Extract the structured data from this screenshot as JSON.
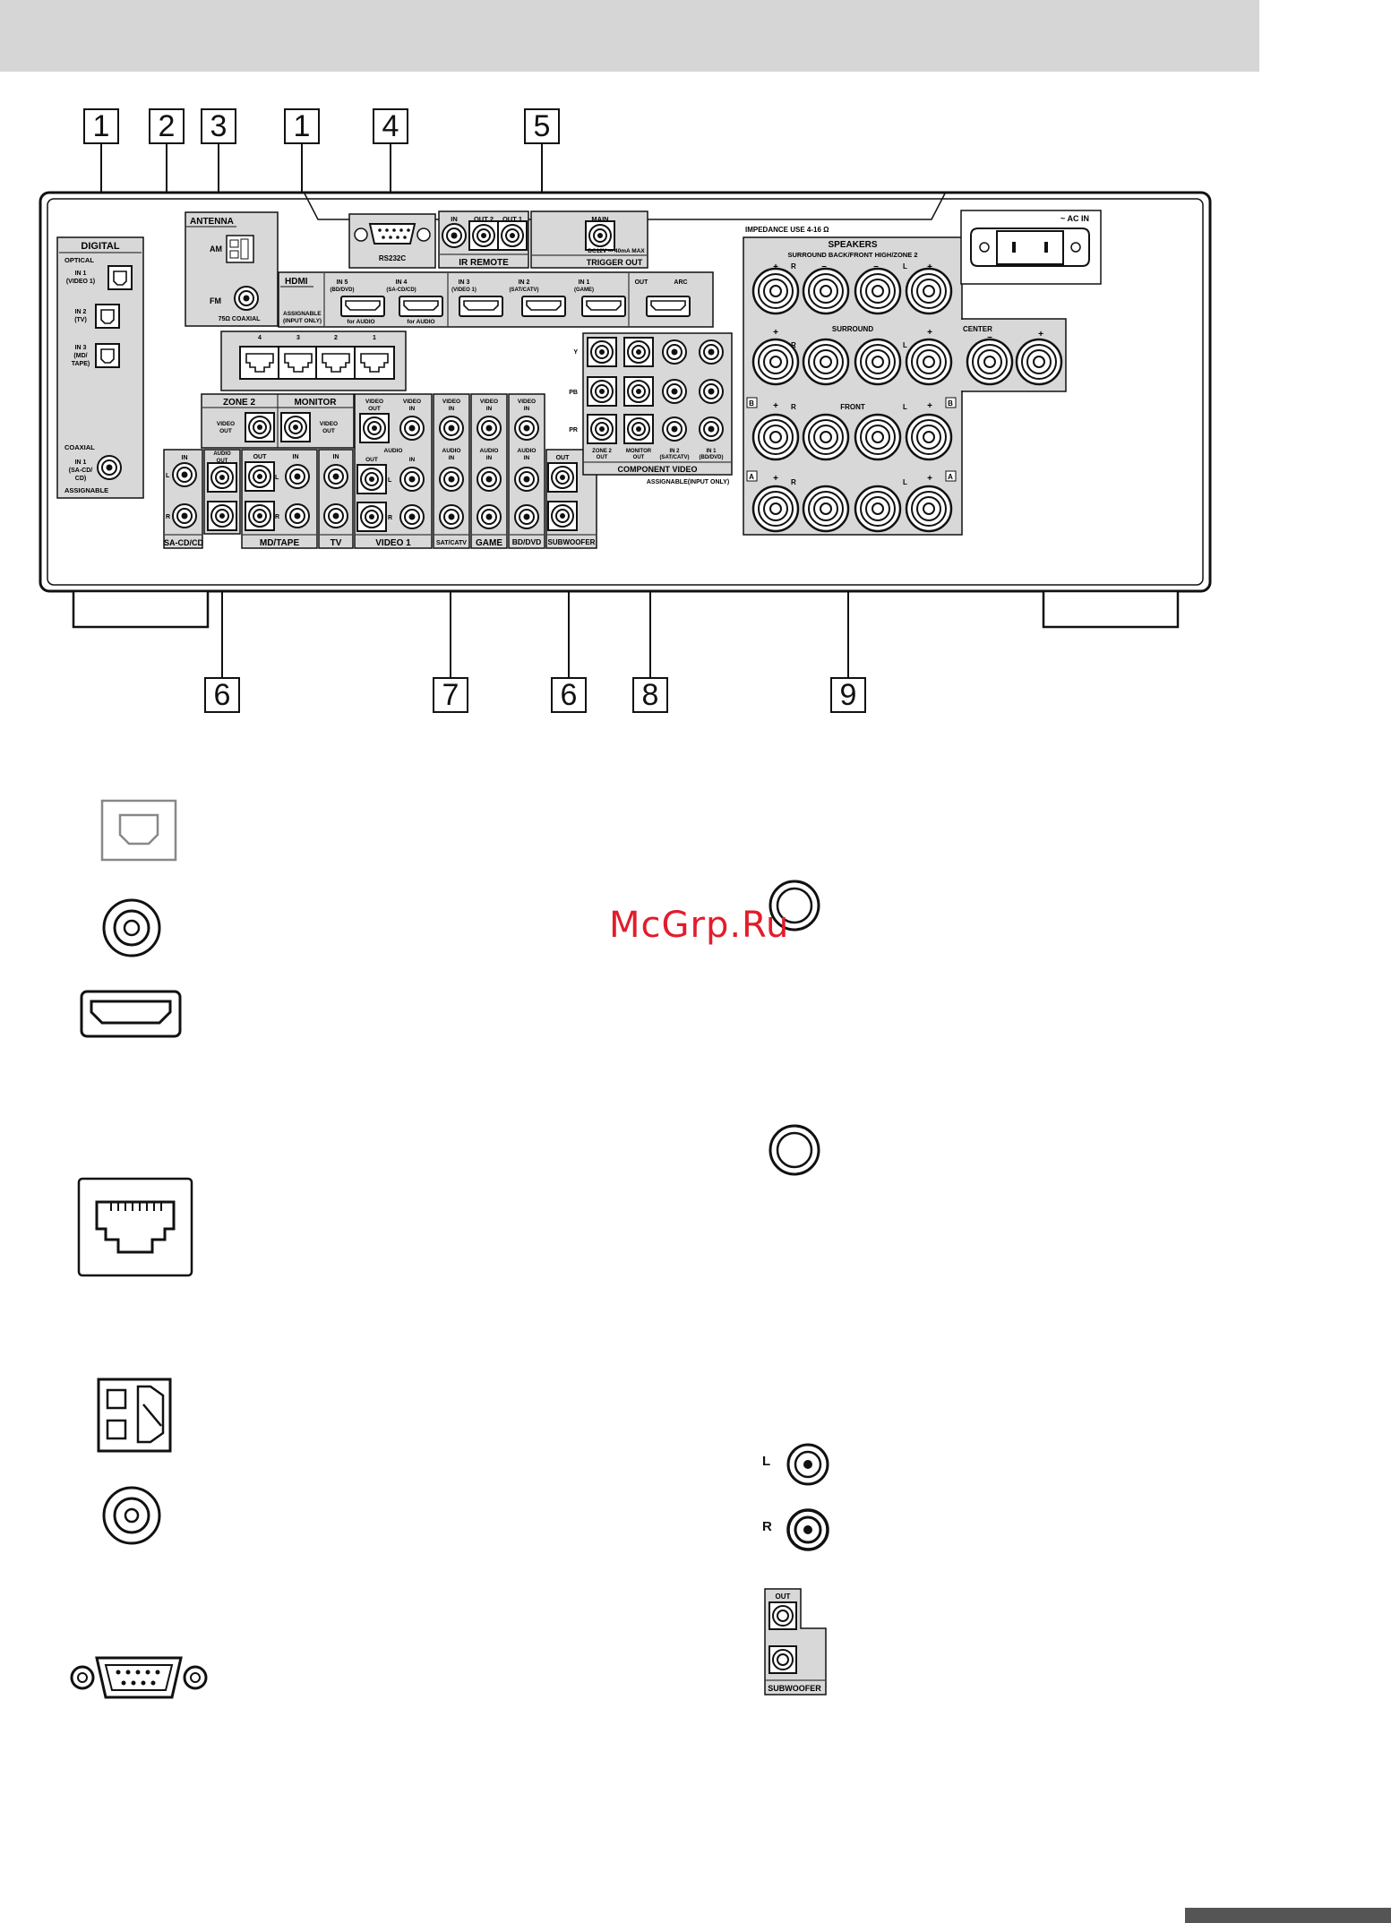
{
  "callouts": {
    "c1a": "1",
    "c2": "2",
    "c3": "3",
    "c1b": "1",
    "c4": "4",
    "c5": "5",
    "c6a": "6",
    "c7": "7",
    "c6b": "6",
    "c8": "8",
    "c9": "9"
  },
  "panel": {
    "digital": {
      "title": "DIGITAL",
      "optical": "OPTICAL",
      "in1": "IN 1",
      "in1_sub": "(VIDEO 1)",
      "in2": "IN 2",
      "in2_sub": "(TV)",
      "in3": "IN 3",
      "in3_sub": "(MD/",
      "in3_sub2": "TAPE)",
      "coaxial": "COAXIAL",
      "coax_in1": "IN 1",
      "coax_sub": "(SA-CD/",
      "coax_sub2": "CD)",
      "assignable": "ASSIGNABLE"
    },
    "antenna": {
      "title": "ANTENNA",
      "am": "AM",
      "fm": "FM",
      "coax": "75Ω COAXIAL"
    },
    "rs232c": "RS232C",
    "ir_remote": {
      "title": "IR REMOTE",
      "in": "IN",
      "out2": "OUT 2",
      "out1": "OUT 1"
    },
    "trigger": {
      "title": "TRIGGER OUT",
      "main": "MAIN",
      "spec": "DC12V ⎓ 40mA MAX"
    },
    "hdmi": {
      "title": "HDMI",
      "assignable": "ASSIGNABLE",
      "input_only": "(INPUT ONLY)",
      "in5": "IN 5",
      "in5_sub": "(BD/DVD)",
      "in4": "IN 4",
      "in4_sub": "(SA-CD/CD)",
      "in3": "IN 3",
      "in3_sub": "(VIDEO 1)",
      "in2": "IN 2",
      "in2_sub": "(SAT/CATV)",
      "in1": "IN 1",
      "in1_sub": "(GAME)",
      "out": "OUT",
      "arc": "ARC",
      "for_audio": "for AUDIO"
    },
    "lan": {
      "p4": "4",
      "p3": "3",
      "p2": "2",
      "p1": "1"
    },
    "zone2": {
      "title": "ZONE 2",
      "video_out": "VIDEO",
      "video_out2": "OUT",
      "audio_out": "AUDIO",
      "audio_out2": "OUT"
    },
    "monitor": {
      "title": "MONITOR",
      "video_out": "VIDEO",
      "video_out2": "OUT"
    },
    "sacd": {
      "title": "SA-CD/CD",
      "in": "IN",
      "l": "L",
      "r": "R"
    },
    "mdtape": {
      "title": "MD/TAPE",
      "out": "OUT",
      "in": "IN",
      "l": "L",
      "r": "R"
    },
    "tv": {
      "title": "TV",
      "in": "IN"
    },
    "video1": {
      "title": "VIDEO 1",
      "video_out": "VIDEO",
      "video_out2": "OUT",
      "video_in": "VIDEO",
      "video_in2": "IN",
      "audio": "AUDIO",
      "out": "OUT",
      "in": "IN",
      "l": "L",
      "r": "R"
    },
    "satcatv": {
      "title": "SAT/CATV",
      "video": "VIDEO",
      "in": "IN",
      "audio": "AUDIO",
      "ain": "IN"
    },
    "game": {
      "title": "GAME",
      "video": "VIDEO",
      "in": "IN",
      "audio": "AUDIO",
      "ain": "IN"
    },
    "bddvd": {
      "title": "BD/DVD",
      "video": "VIDEO",
      "in": "IN",
      "audio": "AUDIO",
      "ain": "IN"
    },
    "subwoofer": {
      "title": "SUBWOOFER",
      "out": "OUT"
    },
    "component": {
      "title": "COMPONENT VIDEO",
      "assignable": "ASSIGNABLE(INPUT ONLY)",
      "y": "Y",
      "pb": "PB",
      "pr": "PR",
      "zone2": "ZONE 2",
      "zone2_b": "OUT",
      "monitor": "MONITOR",
      "monitor_b": "OUT",
      "in2": "IN 2",
      "in2_b": "(SAT/CATV)",
      "in1": "IN 1",
      "in1_b": "(BD/DVD)"
    },
    "speakers": {
      "impedance": "IMPEDANCE USE 4-16 Ω",
      "title": "SPEAKERS",
      "sb": "SURROUND BACK/FRONT HIGH/ZONE 2",
      "surround": "SURROUND",
      "center": "CENTER",
      "front": "FRONT",
      "r": "R",
      "l": "L",
      "plus": "+",
      "minus": "–",
      "b": "B",
      "a": "A"
    },
    "ac_in": "~ AC IN"
  },
  "legend": {
    "l_label": "L",
    "r_label": "R",
    "sub_out": "OUT",
    "sub_title": "SUBWOOFER"
  },
  "watermark": "McGrp.Ru"
}
